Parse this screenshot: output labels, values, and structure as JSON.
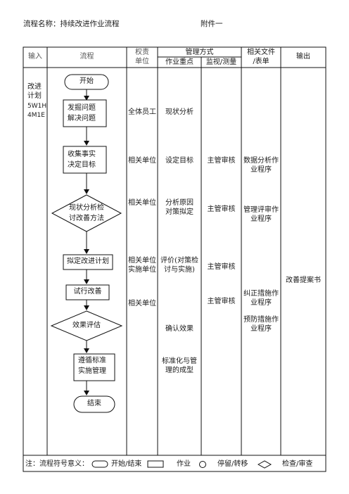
{
  "page": {
    "process_name": "流程名称：持续改进作业流程",
    "attachment": "附件一"
  },
  "table_header": {
    "input": "输入",
    "flow": "流程",
    "authority_unit": [
      "权责",
      "单位"
    ],
    "management_mode": "管理方式",
    "key_points": "作业重点",
    "monitor_measure": "监视/测量",
    "related_docs": [
      "相关文件",
      "/表单"
    ],
    "output": "输出"
  },
  "input_column": [
    "改进",
    "计划",
    "5W1H",
    "4M1E"
  ],
  "flow_steps": [
    {
      "label": [
        "开始"
      ],
      "shape": "terminator"
    },
    {
      "label": [
        "发掘问题",
        "解决问题"
      ],
      "shape": "process"
    },
    {
      "label": [
        "收集事实",
        "决定目标"
      ],
      "shape": "process"
    },
    {
      "label": [
        "现状分析检",
        "讨改善方法"
      ],
      "shape": "decision"
    },
    {
      "label": [
        "拟定改进计划"
      ],
      "shape": "process"
    },
    {
      "label": [
        "试行改善"
      ],
      "shape": "process"
    },
    {
      "label": [
        "效果评估"
      ],
      "shape": "decision"
    },
    {
      "label": [
        "遵循标准",
        "实施管理"
      ],
      "shape": "process"
    },
    {
      "label": [
        "结束"
      ],
      "shape": "terminator"
    }
  ],
  "authority_units": [
    [
      "全体员工"
    ],
    [
      "相关单位"
    ],
    [
      "相关单位"
    ],
    [
      "相关单位",
      "实施单位"
    ],
    [
      "相关单位"
    ]
  ],
  "key_points": [
    [
      "现状分析"
    ],
    [
      "设定目标"
    ],
    [
      "分析原因",
      "对策拟定"
    ],
    [
      "评价(对策检",
      "讨与实施)"
    ],
    [
      "确认效果"
    ],
    [
      "标准化与管",
      "理的成型"
    ]
  ],
  "monitoring": [
    [
      "主管审核"
    ],
    [
      "主管审核"
    ],
    [
      "主管审核"
    ],
    [
      "主管审核"
    ]
  ],
  "related_documents": [
    [
      "数据分析作",
      "业程序"
    ],
    [
      "管理评审作",
      "业程序"
    ],
    [
      "纠正措施作",
      "业程序"
    ],
    [
      "预防措施作",
      "业程序"
    ]
  ],
  "output": "改善提案书",
  "legend": {
    "prefix": "注：流程符号意义：",
    "terminator": "开始/结束",
    "process": "作业",
    "connector": "停留/转移",
    "decision": "检查/审查"
  }
}
